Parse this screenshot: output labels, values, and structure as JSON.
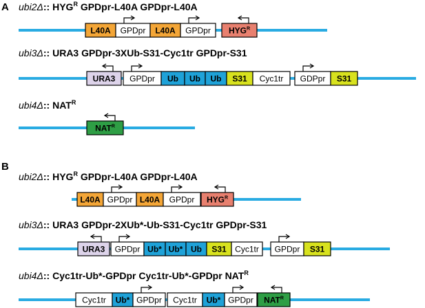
{
  "colors": {
    "dna_line": "#29abe2",
    "l40a": "#f4a637",
    "hyg": "#e8806f",
    "ura3": "#ddd3ea",
    "ub": "#1fa2d8",
    "s31": "#d8e21e",
    "nat": "#2e9e45",
    "plain": "#ffffff",
    "outline": "#000000"
  },
  "panels": [
    {
      "label": "A"
    },
    {
      "label": "B"
    }
  ],
  "constructs": [
    {
      "id": "A-ubi2",
      "title": {
        "gene": "ubi2Δ",
        "sep": "::",
        "marker": "HYG",
        "marker_sup": "R",
        "rest": " GPDpr-L40A GPDpr-L40A"
      },
      "segments": [
        {
          "label": "L40A",
          "color": "l40a",
          "bold": true
        },
        {
          "label": "GPDpr",
          "color": "plain",
          "arrow": true
        },
        {
          "label": "L40A",
          "color": "l40a",
          "bold": true
        },
        {
          "label": "GPDpr",
          "color": "plain",
          "arrow": true
        },
        {
          "label": "HYG",
          "sup": "R",
          "color": "hyg",
          "bold": true,
          "arrow": true
        }
      ]
    },
    {
      "id": "A-ubi3",
      "title": {
        "gene": "ubi3Δ",
        "sep": "::",
        "marker": "URA3",
        "marker_sup": "",
        "rest": " GPDpr-3XUb-S31-Cyc1tr GPDpr-S31"
      },
      "segments": [
        {
          "label": "URA3",
          "color": "ura3",
          "bold": true,
          "arrow": true
        },
        {
          "label": "GPDpr",
          "color": "plain",
          "arrow": true
        },
        {
          "label": "Ub",
          "color": "ub",
          "bold": true
        },
        {
          "label": "Ub",
          "color": "ub",
          "bold": true
        },
        {
          "label": "Ub",
          "color": "ub",
          "bold": true
        },
        {
          "label": "S31",
          "color": "s31",
          "bold": true
        },
        {
          "label": "Cyc1tr",
          "color": "plain"
        },
        {
          "label": "GDPpr",
          "color": "plain",
          "arrow": true
        },
        {
          "label": "S31",
          "color": "s31",
          "bold": true
        }
      ]
    },
    {
      "id": "A-ubi4",
      "title": {
        "gene": "ubi4Δ",
        "sep": "::",
        "marker": "NAT",
        "marker_sup": "R",
        "rest": ""
      },
      "segments": [
        {
          "label": "NAT",
          "sup": "R",
          "color": "nat",
          "bold": true,
          "arrow": true
        }
      ]
    },
    {
      "id": "B-ubi2",
      "title": {
        "gene": "ubi2Δ",
        "sep": "::",
        "marker": "HYG",
        "marker_sup": "R",
        "rest": " GPDpr-L40A GPDpr-L40A"
      },
      "segments": [
        {
          "label": "L40A",
          "color": "l40a",
          "bold": true
        },
        {
          "label": "GPDpr",
          "color": "plain",
          "arrow": true
        },
        {
          "label": "L40A",
          "color": "l40a",
          "bold": true
        },
        {
          "label": "GPDpr",
          "color": "plain",
          "arrow": true
        },
        {
          "label": "HYG",
          "sup": "R",
          "color": "hyg",
          "bold": true,
          "arrow": true
        }
      ]
    },
    {
      "id": "B-ubi3",
      "title": {
        "gene": "ubi3Δ",
        "sep": "::",
        "marker": "URA3",
        "marker_sup": "",
        "rest": " GPDpr-2XUb*-Ub-S31-Cyc1tr GPDpr-S31"
      },
      "segments": [
        {
          "label": "URA3",
          "color": "ura3",
          "bold": true,
          "arrow": true
        },
        {
          "label": "GPDpr",
          "color": "plain",
          "arrow": true
        },
        {
          "label": "Ub*",
          "color": "ub",
          "bold": true
        },
        {
          "label": "Ub*",
          "color": "ub",
          "bold": true
        },
        {
          "label": "Ub",
          "color": "ub",
          "bold": true
        },
        {
          "label": "S31",
          "color": "s31",
          "bold": true
        },
        {
          "label": "Cyc1tr",
          "color": "plain"
        },
        {
          "label": "GPDpr",
          "color": "plain",
          "arrow": true
        },
        {
          "label": "S31",
          "color": "s31",
          "bold": true
        }
      ]
    },
    {
      "id": "B-ubi4",
      "title": {
        "gene": "ubi4Δ",
        "sep": "::",
        "marker": "",
        "marker_sup": "",
        "rest": " Cyc1tr-Ub*-GPDpr Cyc1tr-Ub*-GPDpr NAT",
        "rest_sup": "R"
      },
      "segments": [
        {
          "label": "Cyc1tr",
          "color": "plain"
        },
        {
          "label": "Ub*",
          "color": "ub",
          "bold": true
        },
        {
          "label": "GPDpr",
          "color": "plain",
          "arrow": true
        },
        {
          "label": "Cyc1tr",
          "color": "plain"
        },
        {
          "label": "Ub*",
          "color": "ub",
          "bold": true
        },
        {
          "label": "GPDpr",
          "color": "plain",
          "arrow": true
        },
        {
          "label": "NAT",
          "sup": "R",
          "color": "nat",
          "bold": true,
          "arrow": true
        }
      ]
    }
  ]
}
